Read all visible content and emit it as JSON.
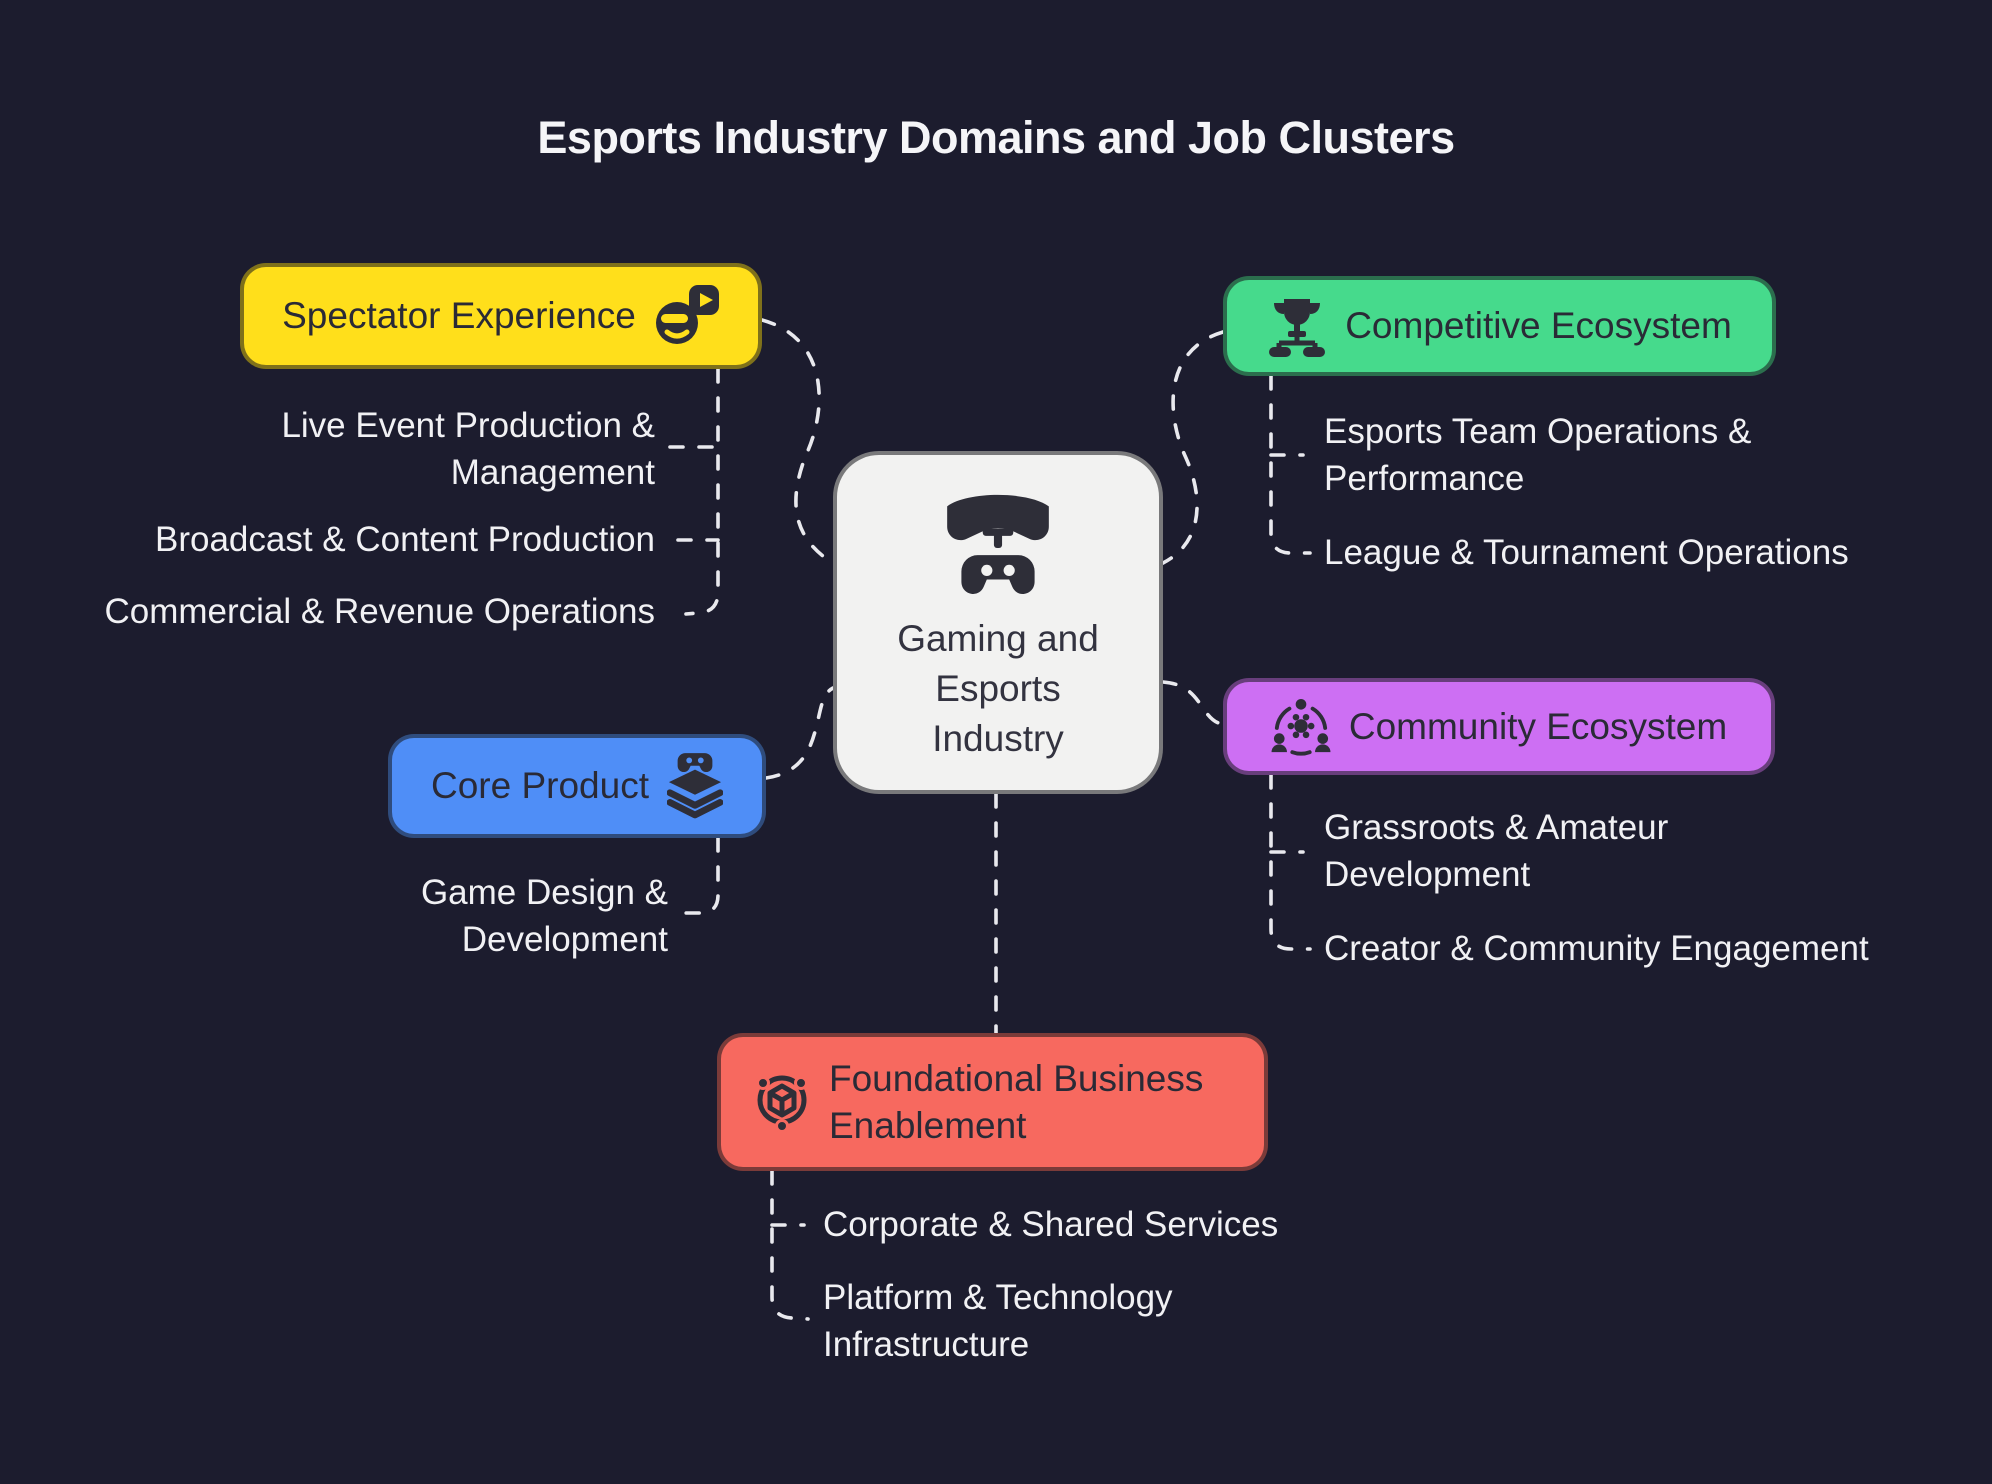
{
  "title": "Esports Industry Domains and Job Clusters",
  "center": {
    "label": "Gaming and Esports Industry",
    "icon": "vr-headset-gamepad-icon",
    "fill": "#f2f2f1"
  },
  "domains": [
    {
      "id": "spectator",
      "label": "Spectator Experience",
      "color": "#ffdf1b",
      "icon": "spectator-media-icon",
      "children": [
        "Live Event Production & Management",
        "Broadcast & Content Production",
        "Commercial & Revenue Operations"
      ]
    },
    {
      "id": "competitive",
      "label": "Competitive Ecosystem",
      "color": "#46da8c",
      "icon": "trophy-bracket-icon",
      "children": [
        "Esports Team Operations & Performance",
        "League & Tournament Operations"
      ]
    },
    {
      "id": "core-product",
      "label": "Core Product",
      "color": "#4f8ef7",
      "icon": "gamepad-layers-icon",
      "children": [
        "Game Design & Development"
      ]
    },
    {
      "id": "community",
      "label": "Community Ecosystem",
      "color": "#cd6ff3",
      "icon": "people-gear-icon",
      "children": [
        "Grassroots & Amateur Development",
        "Creator & Community Engagement"
      ]
    },
    {
      "id": "foundational",
      "label": "Foundational Business Enablement",
      "color": "#f7695f",
      "icon": "cube-orbit-icon",
      "children": [
        "Corporate & Shared Services",
        "Platform & Technology Infrastructure"
      ]
    }
  ],
  "colors": {
    "background": "#1c1c2e",
    "connector": "#e9e9ee",
    "leaf_text": "#f1f1f4",
    "node_text": "#2a2a36",
    "title_text": "#f5f5f8"
  }
}
